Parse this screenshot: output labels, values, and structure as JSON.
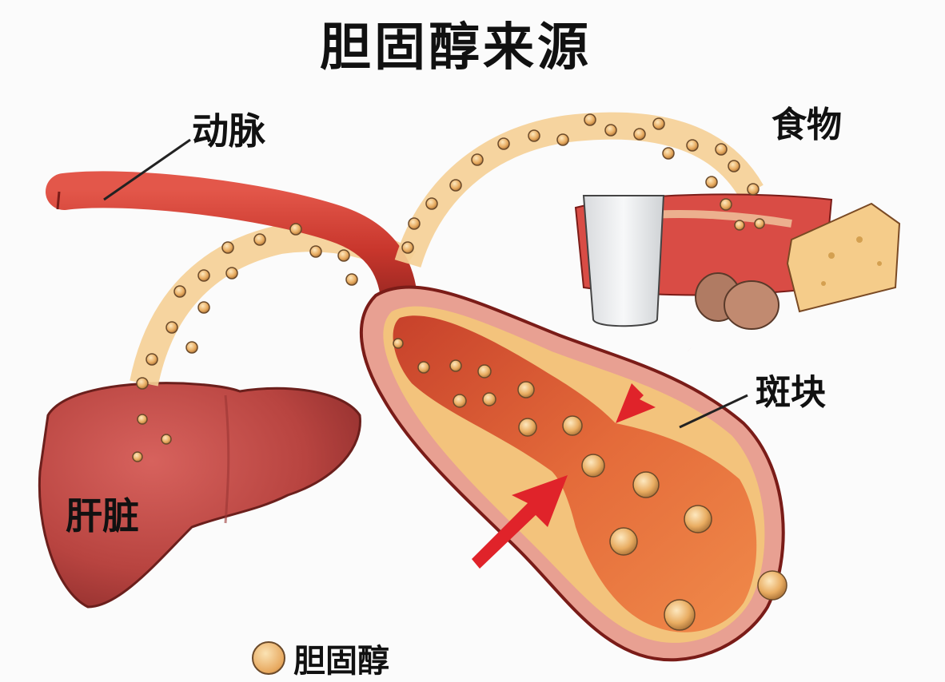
{
  "title": "胆固醇来源",
  "labels": {
    "artery": "动脉",
    "food": "食物",
    "plaque": "斑块",
    "liver": "肝脏"
  },
  "legend": {
    "icon": "cholesterol-particle-icon",
    "label": "胆固醇"
  },
  "colors": {
    "artery_red": "#c8362c",
    "liver_red": "#b84440",
    "plaque_yellow": "#f3c37c",
    "particle_orange": "#e9ad62",
    "arrow_red": "#e0232a",
    "milk_white": "#eef0f2"
  }
}
